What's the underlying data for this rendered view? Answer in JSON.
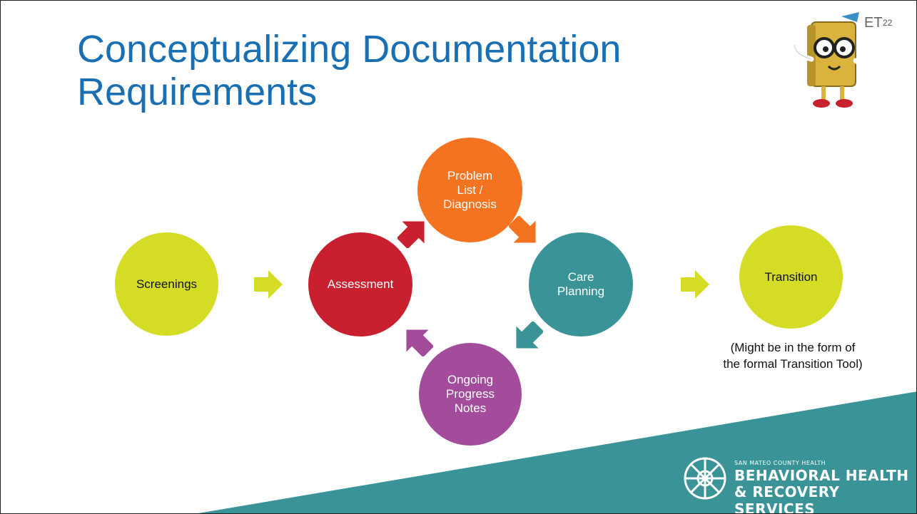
{
  "slide": {
    "title_line1": "Conceptualizing Documentation",
    "title_line2": "Requirements",
    "slide_number": "22",
    "corner_mark": "ET"
  },
  "diagram": {
    "nodes": {
      "screenings": "Screenings",
      "assessment": "Assessment",
      "problem_list": "Problem\nList /\nDiagnosis",
      "care_planning": "Care\nPlanning",
      "progress_notes": "Ongoing\nProgress\nNotes",
      "transition": "Transition"
    },
    "transition_note": "(Might be in the form of\nthe formal Transition Tool)"
  },
  "colors": {
    "title_blue": "#1a6fb3",
    "lime": "#d4dc26",
    "red": "#c8202f",
    "orange": "#f47321",
    "teal": "#3a9396",
    "purple": "#a24c9b"
  },
  "logo": {
    "org_small": "SAN MATEO COUNTY HEALTH",
    "line1": "BEHAVIORAL HEALTH",
    "line2": "& RECOVERY SERVICES"
  },
  "icons": [
    "book-mascot-icon",
    "sunburst-logo-icon"
  ]
}
